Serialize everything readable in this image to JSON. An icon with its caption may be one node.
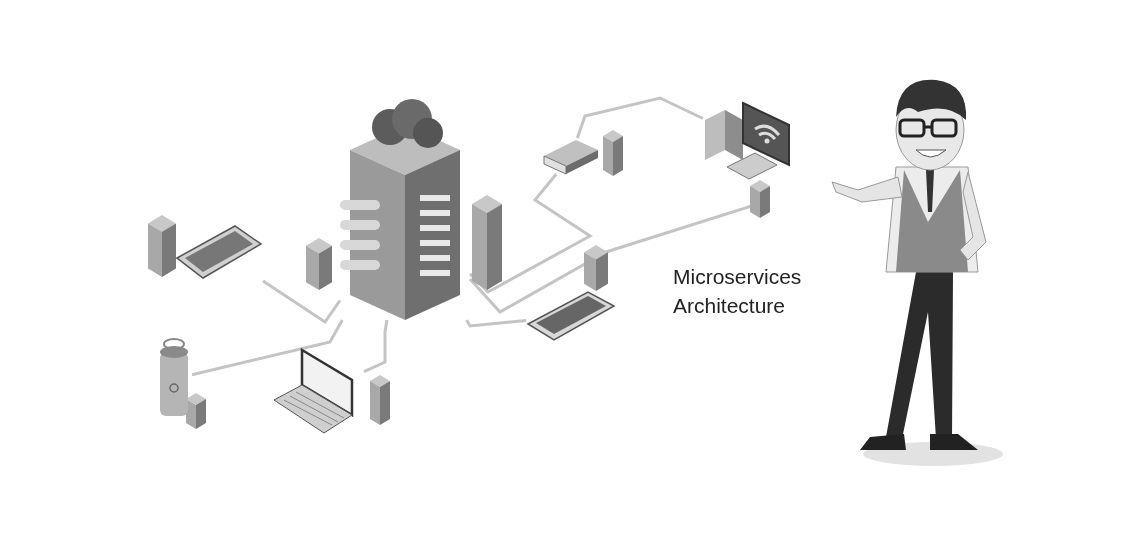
{
  "diagram": {
    "title": "Microservices Architecture",
    "nodes": [
      {
        "text": [],
        "shape": "picture"
      },
      {
        "text": [],
        "shape": "picture"
      },
      {
        "text": [],
        "shape": "picture"
      },
      {
        "text": [],
        "shape": "picture"
      },
      {
        "text": [],
        "shape": "picture"
      },
      {
        "text": [],
        "shape": "picture"
      },
      {
        "text": [],
        "shape": "picture"
      }
    ],
    "edges": [
      {
        "from": 0,
        "to": 1,
        "arrow": "none"
      },
      {
        "from": 0,
        "to": 2,
        "arrow": "none"
      },
      {
        "from": 0,
        "to": 3,
        "arrow": "none"
      },
      {
        "from": 0,
        "to": 4,
        "arrow": "none"
      },
      {
        "from": 0,
        "to": 5,
        "arrow": "none"
      },
      {
        "from": 0,
        "to": 6,
        "arrow": "none"
      },
      {
        "from": 5,
        "to": 6,
        "arrow": "none"
      }
    ]
  }
}
